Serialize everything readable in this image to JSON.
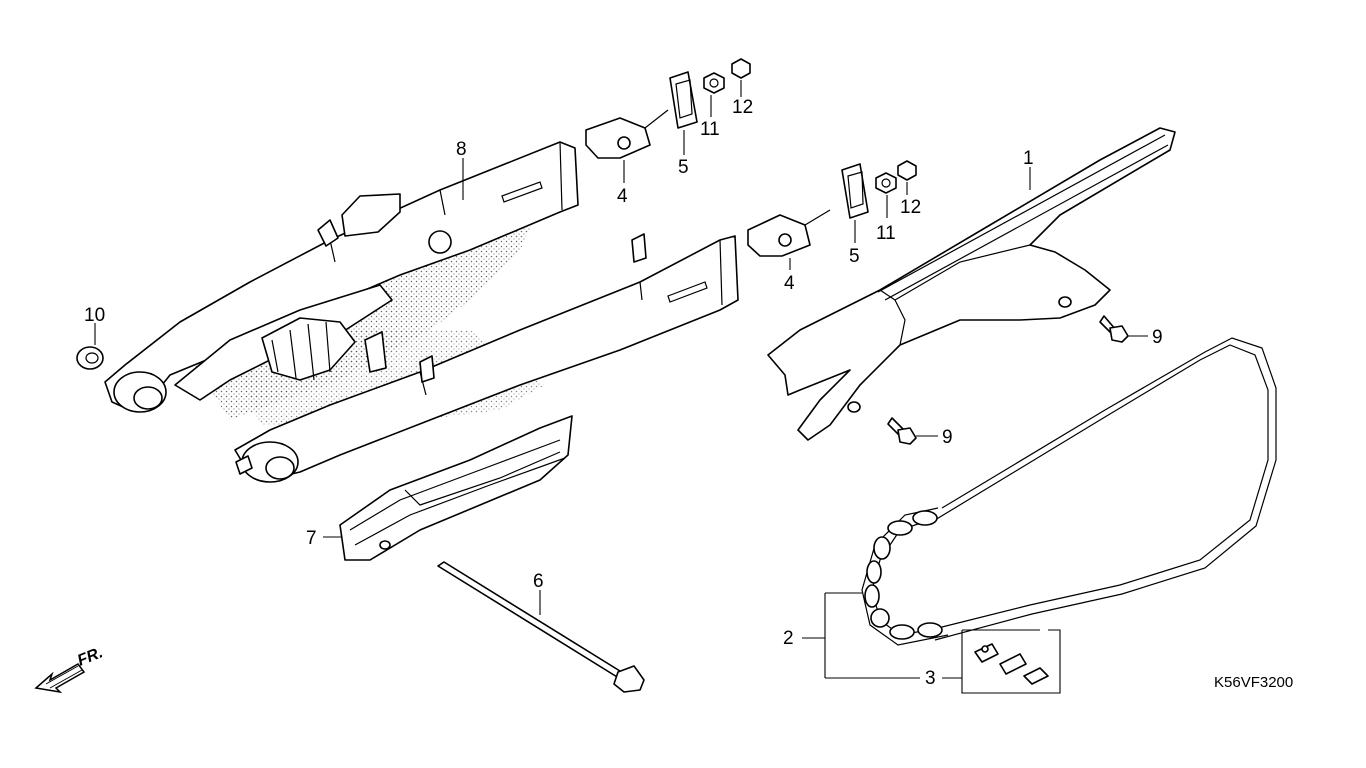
{
  "diagram": {
    "drawing_code": "K56VF3200",
    "direction_label": "FR.",
    "parts": [
      {
        "id": "swingarm",
        "callout": "8"
      },
      {
        "id": "chain-case",
        "callout": "1"
      },
      {
        "id": "drive-chain",
        "callout": "2"
      },
      {
        "id": "chain-joint",
        "callout": "3"
      },
      {
        "id": "adjuster-upper",
        "callout": "4"
      },
      {
        "id": "adjuster-lower",
        "callout": "4"
      },
      {
        "id": "adjuster-plate-upper",
        "callout": "5"
      },
      {
        "id": "adjuster-plate-lower",
        "callout": "5"
      },
      {
        "id": "pivot-bolt",
        "callout": "6"
      },
      {
        "id": "chain-slider",
        "callout": "7"
      },
      {
        "id": "bolt-upper",
        "callout": "9"
      },
      {
        "id": "bolt-lower",
        "callout": "9"
      },
      {
        "id": "washer",
        "callout": "10"
      },
      {
        "id": "nut-a-upper",
        "callout": "11"
      },
      {
        "id": "nut-a-lower",
        "callout": "11"
      },
      {
        "id": "nut-b-upper",
        "callout": "12"
      },
      {
        "id": "nut-b-lower",
        "callout": "12"
      }
    ]
  }
}
